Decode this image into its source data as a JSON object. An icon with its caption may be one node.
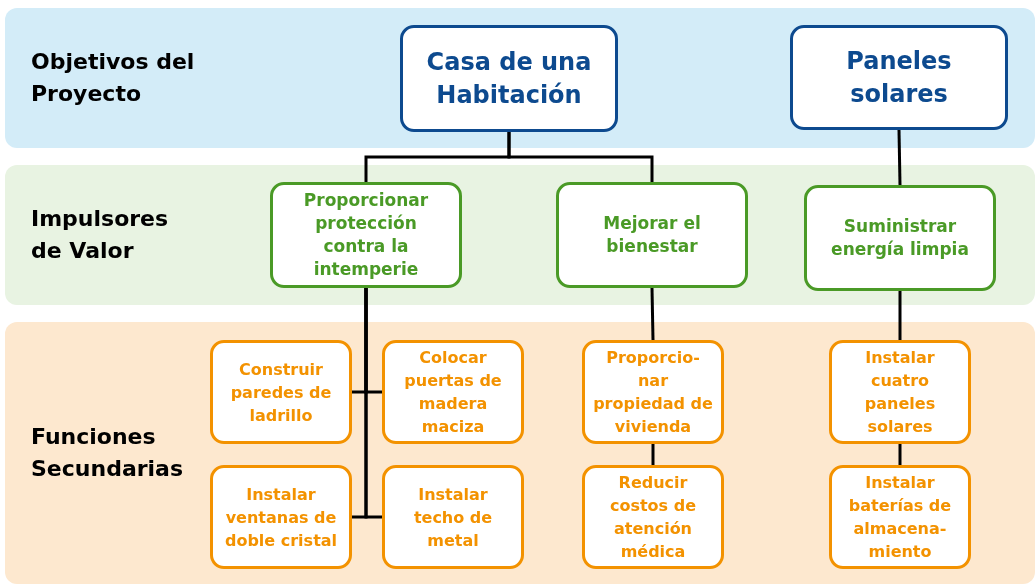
{
  "diagram": {
    "nodes": [
      {
        "text": [
          "Objetivos del Proyecto"
        ]
      },
      {
        "text": [
          "Casa de una Habitación"
        ],
        "in": 0
      },
      {
        "text": [
          "Paneles solares"
        ],
        "in": 0
      },
      {
        "text": [
          "Impulsores de Valor"
        ]
      },
      {
        "text": [
          "Proporcionar protección contra la intemperie"
        ],
        "in": 3
      },
      {
        "text": [
          "Mejorar el bienestar"
        ],
        "in": 3
      },
      {
        "text": [
          "Suministrar energía limpia"
        ],
        "in": 3
      },
      {
        "text": [
          "Funciones Secundarias"
        ]
      },
      {
        "text": [
          "Construir paredes de ladrillo"
        ],
        "in": 7
      },
      {
        "text": [
          "Colocar puertas de madera maciza"
        ],
        "in": 7
      },
      {
        "text": [
          "Proporcio- nar propiedad de vivienda"
        ],
        "in": 7
      },
      {
        "text": [
          "Instalar cuatro paneles solares"
        ],
        "in": 7
      },
      {
        "text": [
          "Instalar ventanas de doble cristal"
        ],
        "in": 7
      },
      {
        "text": [
          "Instalar techo de metal"
        ],
        "in": 7
      },
      {
        "text": [
          "Reducir costos de atención médica"
        ],
        "in": 7
      },
      {
        "text": [
          "Instalar baterías de almacena- miento"
        ],
        "in": 7
      }
    ],
    "edges": [
      {
        "from": 1,
        "to": 4,
        "arrow": "none"
      },
      {
        "from": 1,
        "to": 5,
        "arrow": "none"
      },
      {
        "from": 2,
        "to": 6,
        "arrow": "none"
      },
      {
        "from": 4,
        "to": 8,
        "arrow": "none"
      },
      {
        "from": 4,
        "to": 9,
        "arrow": "none"
      },
      {
        "from": 4,
        "to": 12,
        "arrow": "none"
      },
      {
        "from": 4,
        "to": 13,
        "arrow": "none"
      },
      {
        "from": 5,
        "to": 10,
        "arrow": "none"
      },
      {
        "from": 10,
        "to": 14,
        "arrow": "none"
      },
      {
        "from": 6,
        "to": 11,
        "arrow": "none"
      },
      {
        "from": 11,
        "to": 15,
        "arrow": "none"
      }
    ]
  }
}
